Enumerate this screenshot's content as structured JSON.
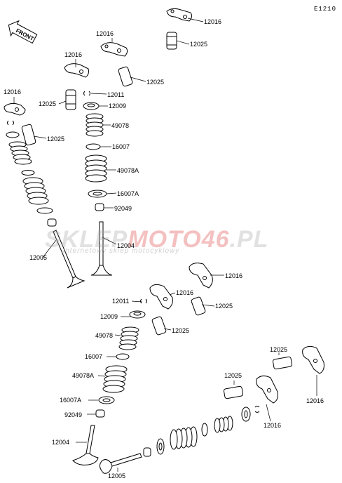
{
  "header": {
    "diagram_code": "E1210"
  },
  "front_label": "FRONT",
  "watermark": {
    "brand_a": "SKLEP",
    "brand_b": "MOTO",
    "brand_c": "46",
    "brand_d": ".PL",
    "tagline": "internetowy sklep motocyklowy"
  },
  "labels": {
    "l01": "12016",
    "l02": "12025",
    "l03": "12016",
    "l04": "12025",
    "l05": "12016",
    "l06": "12011",
    "l07": "12025",
    "l08": "12009",
    "l09": "12016",
    "l10": "49078",
    "l11": "12025",
    "l12": "16007",
    "l13": "49078A",
    "l14": "16007A",
    "l15": "92049",
    "l16": "12004",
    "l17": "12005",
    "l18": "12016",
    "l19": "12016",
    "l20": "12025",
    "l21": "12011",
    "l22": "12009",
    "l23": "12025",
    "l24": "49078",
    "l25": "16007",
    "l26": "49078A",
    "l27": "12025",
    "l28": "12025",
    "l29": "16007A",
    "l30": "92049",
    "l31": "12016",
    "l32": "12016",
    "l33": "12004",
    "l34": "12005"
  }
}
